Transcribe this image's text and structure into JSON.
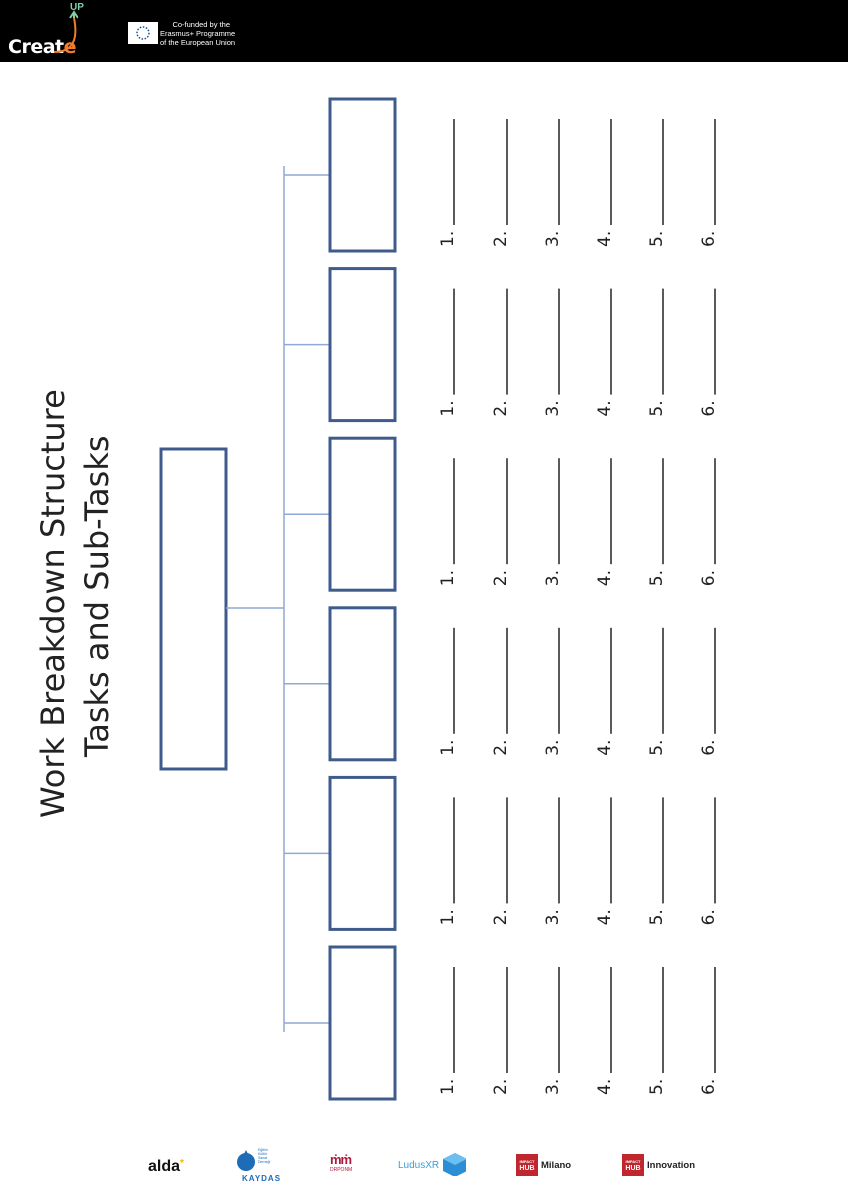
{
  "header": {
    "logo_text": "Creat",
    "logo_e": "e",
    "logo_up": "UP",
    "eu_lines": [
      "Co-funded by the",
      "Erasmus+ Programme",
      "of the European Union"
    ]
  },
  "worksheet": {
    "title_line1": "Work Breakdown Structure",
    "title_line2": "Tasks and Sub-Tasks",
    "task_count": 6,
    "subtask_labels": [
      "1.",
      "2.",
      "3.",
      "4.",
      "5.",
      "6."
    ],
    "box_border_color": "#3e5b8c",
    "connector_color": "#8fa9d6"
  },
  "footer": {
    "alda": "alda",
    "alda_star": "*",
    "kaydas_lines": [
      "Eğitim",
      "Kültür",
      "Sanat",
      "Derneği"
    ],
    "kaydas_name": "KAYDAS",
    "drponm_mark": "ṁṁ",
    "drponm_name": "DRPONM",
    "ludus": "LudusXR",
    "hub_top": "IMPACT",
    "hub_mid": "HUB",
    "hub1_word": "Milano",
    "hub2_word": "Innovation"
  }
}
